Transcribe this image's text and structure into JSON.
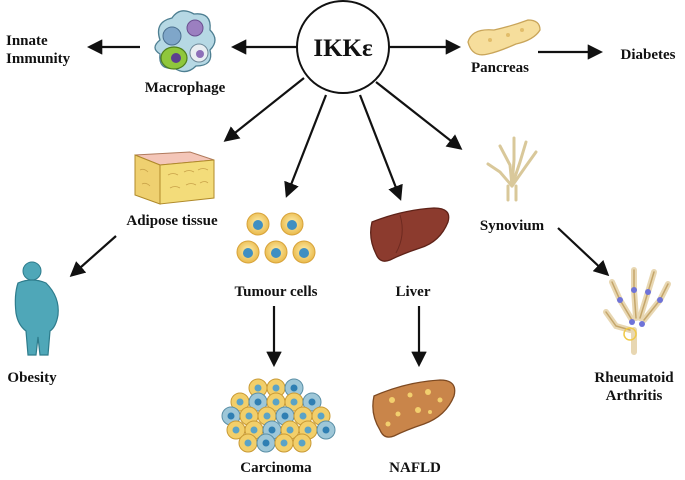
{
  "center": {
    "label": "IKKε"
  },
  "labels": {
    "innate_line1": "Innate",
    "innate_line2": "Immunity",
    "macrophage": "Macrophage",
    "pancreas": "Pancreas",
    "diabetes": "Diabetes",
    "adipose": "Adipose tissue",
    "obesity": "Obesity",
    "tumour": "Tumour cells",
    "carcinoma": "Carcinoma",
    "liver": "Liver",
    "nafld": "NAFLD",
    "synovium": "Synovium",
    "ra_line1": "Rheumatoid",
    "ra_line2": "Arthritis"
  },
  "icons": [
    "macrophage-icon",
    "pancreas-icon",
    "adipose-tissue-icon",
    "obese-body-icon",
    "tumour-cells-icon",
    "carcinoma-icon",
    "liver-icon",
    "fatty-liver-icon",
    "hand-skeleton-icon",
    "arthritic-hand-icon"
  ],
  "colors": {
    "cell_blue": "#5aa3c7",
    "cell_yellow": "#f1cf6a",
    "liver_brown": "#8c3b2e",
    "body_teal": "#4fa7b8",
    "adipose_yellow": "#f3dc7a",
    "pancreas": "#f6de9c"
  }
}
